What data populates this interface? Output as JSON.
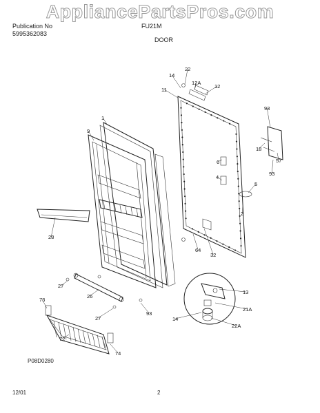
{
  "watermark": "AppliancePartsPros.com",
  "header": {
    "publication_line": "Publication No",
    "publication_number": "5995362083",
    "model_prefix": "FU21M",
    "section_title": "DOOR"
  },
  "figure_code": "P08D0280",
  "footer": {
    "date": "12/01",
    "page": "2"
  },
  "callouts": [
    "1",
    "9",
    "28",
    "27",
    "26",
    "27",
    "93",
    "73",
    "72",
    "74",
    "14",
    "22",
    "12A",
    "12",
    "11",
    "6",
    "93",
    "18",
    "57",
    "93",
    "4",
    "5",
    "2",
    "64",
    "32",
    "13",
    "21A",
    "14",
    "22A"
  ]
}
